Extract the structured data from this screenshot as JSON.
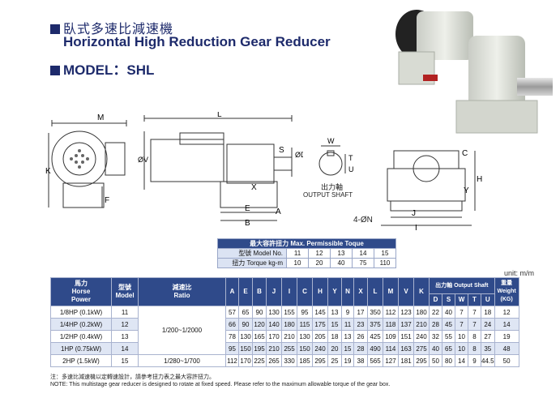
{
  "header": {
    "title_cn": "臥式多速比減速機",
    "title_en": "Horizontal High Reduction Gear Reducer",
    "model_label": "MODEL：SHL"
  },
  "drawing_labels": {
    "left": {
      "M": "M",
      "F": "F",
      "K": "K"
    },
    "middle": {
      "L": "L",
      "D": "ØD",
      "V": "ØV",
      "S": "S",
      "X": "X",
      "A": "A",
      "E": "E",
      "B": "B"
    },
    "shaft": {
      "W": "W",
      "T": "T",
      "U": "U",
      "caption_cn": "出力軸",
      "caption_en": "OUTPUT SHAFT"
    },
    "right": {
      "C": "C",
      "H": "H",
      "Y": "Y",
      "J": "J",
      "I": "I",
      "hole": "4-ØN"
    }
  },
  "torque_table": {
    "title": "最大容許扭力 Max. Permissible Toque",
    "rows": [
      {
        "label": "型號 Model No.",
        "values": [
          "11",
          "12",
          "13",
          "14",
          "15"
        ]
      },
      {
        "label": "扭力 Torque kg-m",
        "values": [
          "10",
          "20",
          "40",
          "75",
          "110"
        ]
      }
    ]
  },
  "unit_label": "unit: m/m",
  "spec_table": {
    "headers": {
      "power": "馬力\nHorse\nPower",
      "model": "型號\nModel",
      "ratio": "減速比\nRatio",
      "dims": [
        "A",
        "E",
        "B",
        "J",
        "I",
        "C",
        "H",
        "Y",
        "N",
        "X",
        "L",
        "M",
        "V",
        "K"
      ],
      "shaft_group": "出力軸 Output Shaft",
      "shaft": [
        "D",
        "S",
        "W",
        "T",
        "U"
      ],
      "weight": "重量\nWeight\n(KG)"
    },
    "rows": [
      {
        "power": "1/8HP (0.1kW)",
        "model": "11",
        "values": [
          "57",
          "65",
          "90",
          "130",
          "155",
          "95",
          "145",
          "13",
          "9",
          "17",
          "350",
          "112",
          "123",
          "180"
        ],
        "shaft": [
          "22",
          "40",
          "7",
          "7",
          "18"
        ],
        "weight": "12"
      },
      {
        "power": "1/4HP (0.2kW)",
        "model": "12",
        "values": [
          "66",
          "90",
          "120",
          "140",
          "180",
          "115",
          "175",
          "15",
          "11",
          "23",
          "375",
          "118",
          "137",
          "210"
        ],
        "shaft": [
          "28",
          "45",
          "7",
          "7",
          "24"
        ],
        "weight": "14"
      },
      {
        "power": "1/2HP (0.4kW)",
        "model": "13",
        "values": [
          "78",
          "130",
          "165",
          "170",
          "210",
          "130",
          "205",
          "18",
          "13",
          "26",
          "425",
          "109",
          "151",
          "240"
        ],
        "shaft": [
          "32",
          "55",
          "10",
          "8",
          "27"
        ],
        "weight": "19"
      },
      {
        "power": "1HP (0.75kW)",
        "model": "14",
        "values": [
          "95",
          "150",
          "195",
          "210",
          "255",
          "150",
          "240",
          "20",
          "15",
          "28",
          "490",
          "114",
          "163",
          "275"
        ],
        "shaft": [
          "40",
          "65",
          "10",
          "8",
          "35"
        ],
        "weight": "48"
      },
      {
        "power": "2HP (1.5kW)",
        "model": "15",
        "values": [
          "112",
          "170",
          "225",
          "265",
          "330",
          "185",
          "295",
          "25",
          "19",
          "38",
          "565",
          "127",
          "181",
          "295"
        ],
        "shaft": [
          "50",
          "80",
          "14",
          "9",
          "44.5"
        ],
        "weight": "50"
      }
    ],
    "ratio_a": "1/200~1/2000",
    "ratio_b": "1/280~1/700"
  },
  "notes": {
    "cn": "注：多速比減速機以定轉速設計，請參考扭力表之最大容許扭力。",
    "en": "NOTE: This multistage gear reducer is designed to rotate at fixed speed.  Please refer to the maximum allowable torque of the gear box."
  },
  "colors": {
    "header_blue": "#2f4a8a",
    "title_navy": "#1d2a6b",
    "row_alt": "#dfe6f4"
  }
}
